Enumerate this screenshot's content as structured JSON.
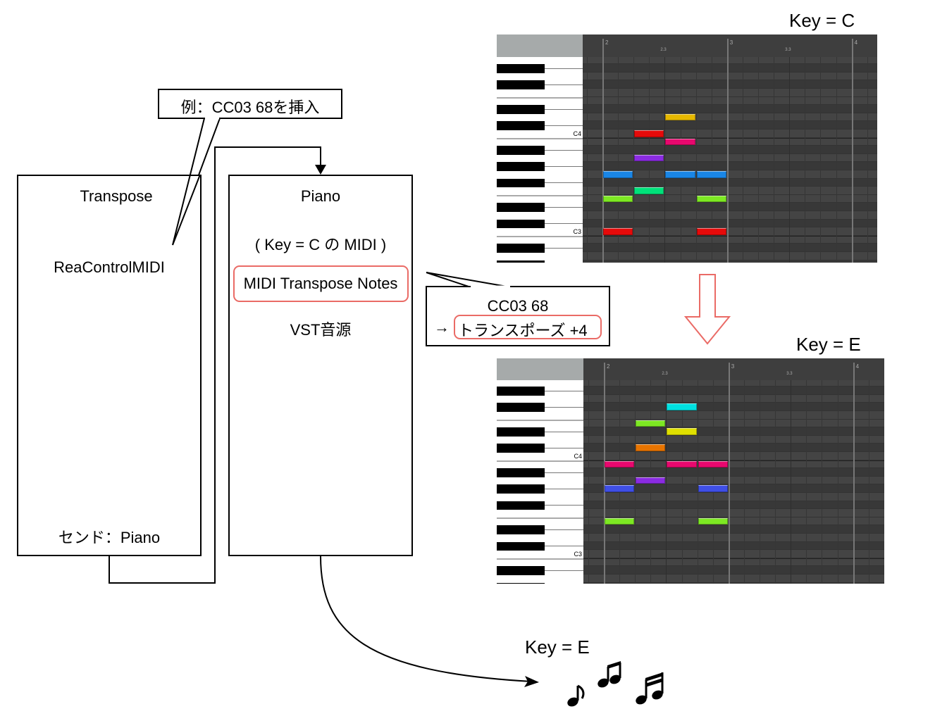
{
  "callout_top": {
    "text": "例：CC03 68を挿入"
  },
  "transpose_track": {
    "title": "Transpose",
    "plugin": "ReaControlMIDI",
    "send": "センド：Piano"
  },
  "piano_track": {
    "title": "Piano",
    "subtitle": "( Key = C の MIDI )",
    "plugin_highlighted": "MIDI Transpose Notes",
    "instrument": "VST音源"
  },
  "callout_right": {
    "line1": "CC03 68",
    "arrow": "→",
    "line2": "トランスポーズ +4"
  },
  "output": {
    "label": "Key = E",
    "icons": [
      "eighth-note-icon",
      "beamed-eighth-notes-icon",
      "beamed-sixteenth-notes-icon"
    ]
  },
  "colors": {
    "highlight": "#ea6b66",
    "grid_bg": "#3e3e3e",
    "header_gray": "#a6aaaa"
  },
  "rolls": [
    {
      "id": "key-c",
      "label": "Key = C",
      "ruler": {
        "bars": [
          "2",
          "3",
          "4"
        ],
        "sub": [
          "2.3",
          "3.3"
        ]
      },
      "octave_labels": [
        "C4",
        "C3"
      ],
      "notes": [
        {
          "pitch": "C3",
          "start": 0,
          "len": 2,
          "color": "#e60a0a"
        },
        {
          "pitch": "E3",
          "start": 0,
          "len": 2,
          "color": "#7de823"
        },
        {
          "pitch": "G3",
          "start": 0,
          "len": 2,
          "color": "#1a86e6"
        },
        {
          "pitch": "F3",
          "start": 2,
          "len": 2,
          "color": "#00e27a"
        },
        {
          "pitch": "A3",
          "start": 2,
          "len": 2,
          "color": "#8b2be2"
        },
        {
          "pitch": "C4",
          "start": 2,
          "len": 2,
          "color": "#e60a0a"
        },
        {
          "pitch": "G3",
          "start": 4,
          "len": 2,
          "color": "#1a86e6"
        },
        {
          "pitch": "B3",
          "start": 4,
          "len": 2,
          "color": "#e8086e"
        },
        {
          "pitch": "D4",
          "start": 4,
          "len": 2,
          "color": "#e6b800"
        },
        {
          "pitch": "C3",
          "start": 6,
          "len": 2,
          "color": "#e60a0a"
        },
        {
          "pitch": "E3",
          "start": 6,
          "len": 2,
          "color": "#7de823"
        },
        {
          "pitch": "G3",
          "start": 6,
          "len": 2,
          "color": "#1a86e6"
        }
      ]
    },
    {
      "id": "key-e",
      "label": "Key = E",
      "ruler": {
        "bars": [
          "2",
          "3",
          "4"
        ],
        "sub": [
          "2.3",
          "3.3"
        ]
      },
      "octave_labels": [
        "C4",
        "C3"
      ],
      "notes": [
        {
          "pitch": "E3",
          "start": 0,
          "len": 2,
          "color": "#7de823"
        },
        {
          "pitch": "G#3",
          "start": 0,
          "len": 2,
          "color": "#3f4fe6"
        },
        {
          "pitch": "B3",
          "start": 0,
          "len": 2,
          "color": "#e8086e"
        },
        {
          "pitch": "A3",
          "start": 2,
          "len": 2,
          "color": "#8b2be2"
        },
        {
          "pitch": "C#4",
          "start": 2,
          "len": 2,
          "color": "#e87400"
        },
        {
          "pitch": "E4",
          "start": 2,
          "len": 2,
          "color": "#7de823"
        },
        {
          "pitch": "B3",
          "start": 4,
          "len": 2,
          "color": "#e8086e"
        },
        {
          "pitch": "D#4",
          "start": 4,
          "len": 2,
          "color": "#e0e000"
        },
        {
          "pitch": "F#4",
          "start": 4,
          "len": 2,
          "color": "#00e0e0"
        },
        {
          "pitch": "E3",
          "start": 6,
          "len": 2,
          "color": "#7de823"
        },
        {
          "pitch": "G#3",
          "start": 6,
          "len": 2,
          "color": "#3f4fe6"
        },
        {
          "pitch": "B3",
          "start": 6,
          "len": 2,
          "color": "#e8086e"
        }
      ]
    }
  ]
}
